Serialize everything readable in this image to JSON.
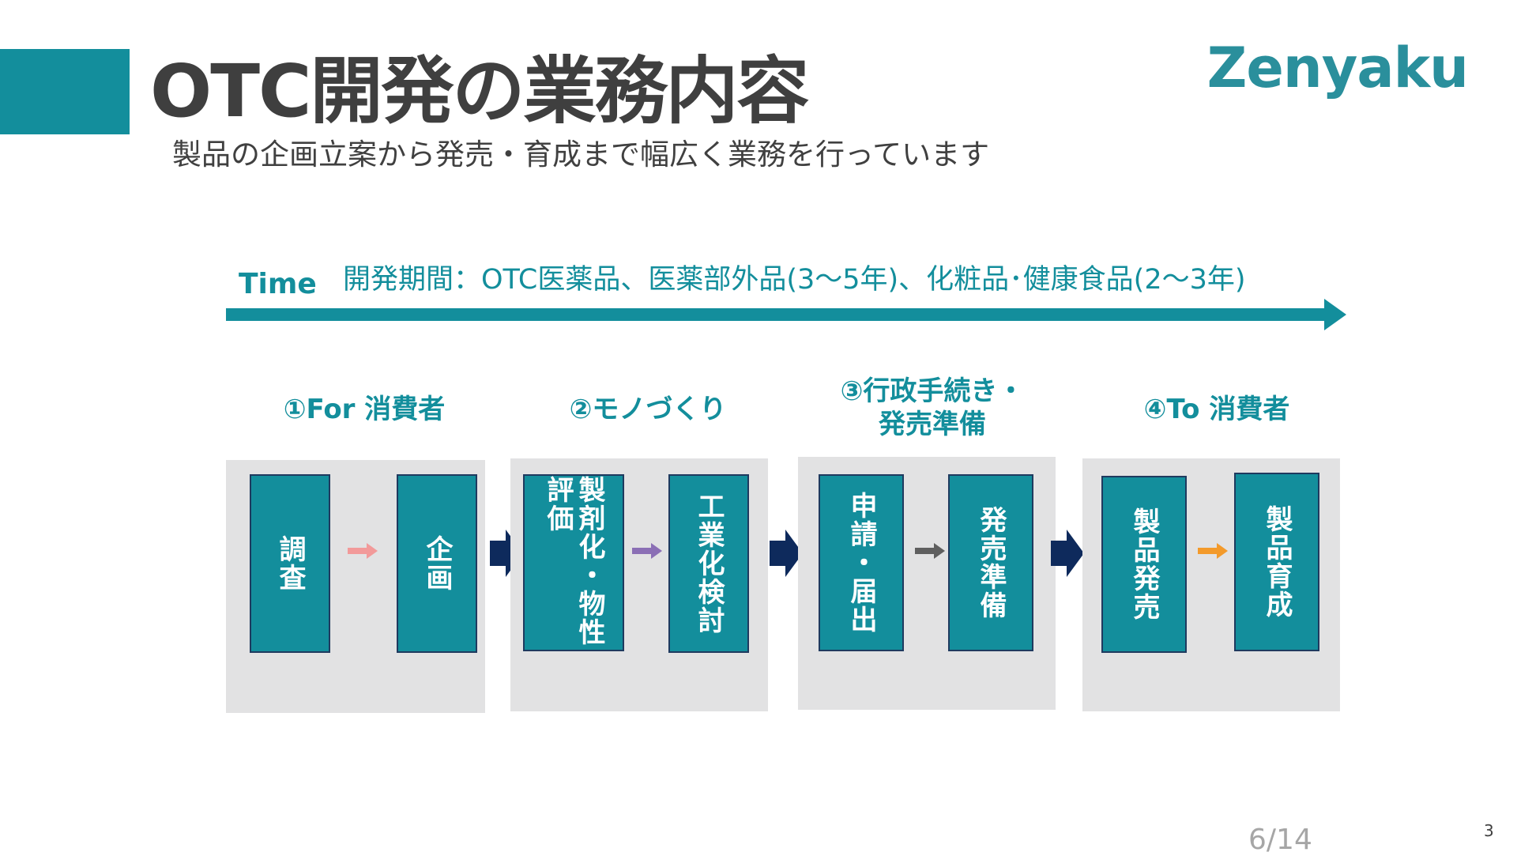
{
  "header": {
    "title": "OTC開発の業務内容",
    "subtitle": "製品の企画立案から発売・育成まで幅広く業務を行っています",
    "logo_text": "Zenyaku"
  },
  "timeline": {
    "label": "Time",
    "text": "開発期間：OTC医薬品、医薬部外品(3～5年)、化粧品･健康食品(2～3年)"
  },
  "stages": [
    {
      "title": "①For 消費者",
      "steps": [
        "調査",
        "企画"
      ],
      "arrow_color": "#f29a9a"
    },
    {
      "title": "②モノづくり",
      "steps": [
        "製剤化・物性評価",
        "工業化検討"
      ],
      "arrow_color": "#8b6fb5"
    },
    {
      "title": "③行政手続き・\n発売準備",
      "steps": [
        "申請・届出",
        "発売準備"
      ],
      "arrow_color": "#5f5f5f"
    },
    {
      "title": "④To 消費者",
      "steps": [
        "製品発売",
        "製品育成"
      ],
      "arrow_color": "#f39a2b"
    }
  ],
  "colors": {
    "accent": "#138e9c",
    "group_bg": "#e2e2e3",
    "box_border": "#1f3a5f",
    "stage_arrow": "#0e2a5c"
  },
  "footer": {
    "page_indicator": "6/14",
    "slide_number": "3"
  }
}
